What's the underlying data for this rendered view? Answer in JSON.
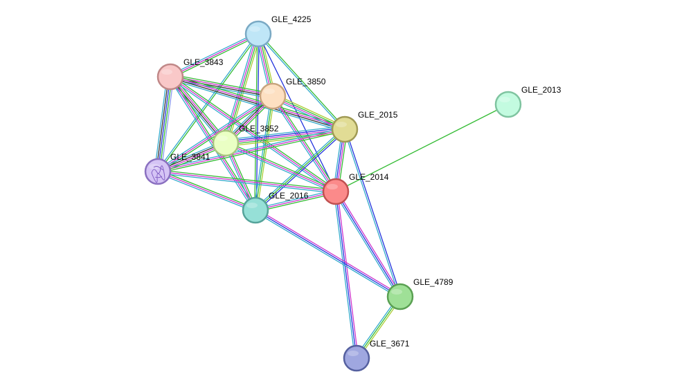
{
  "network": {
    "nodes": [
      {
        "id": "GLE_4225",
        "label": "GLE_4225",
        "fill": "#bfe6f7",
        "stroke": "#7aa9c4"
      },
      {
        "id": "GLE_3843",
        "label": "GLE_3843",
        "fill": "#f9c8c8",
        "stroke": "#c08888"
      },
      {
        "id": "GLE_3850",
        "label": "GLE_3850",
        "fill": "#fde0c2",
        "stroke": "#c8a47e"
      },
      {
        "id": "GLE_2013",
        "label": "GLE_2013",
        "fill": "#c3fbe0",
        "stroke": "#7fc4a0"
      },
      {
        "id": "GLE_2015",
        "label": "GLE_2015",
        "fill": "#e1dc95",
        "stroke": "#a09a55"
      },
      {
        "id": "GLE_3852",
        "label": "GLE_3852",
        "fill": "#eaffc4",
        "stroke": "#a8c47e"
      },
      {
        "id": "GLE_3841",
        "label": "GLE_3841",
        "fill": "#d5c4f5",
        "stroke": "#8a70c0",
        "icon": "protein-structure-icon"
      },
      {
        "id": "GLE_2014",
        "label": "GLE_2014",
        "fill": "#fb8a8a",
        "stroke": "#c05050"
      },
      {
        "id": "GLE_2016",
        "label": "GLE_2016",
        "fill": "#96e0d7",
        "stroke": "#55a39a"
      },
      {
        "id": "GLE_4789",
        "label": "GLE_4789",
        "fill": "#9fe097",
        "stroke": "#5aa052"
      },
      {
        "id": "GLE_3671",
        "label": "GLE_3671",
        "fill": "#9fa7e0",
        "stroke": "#55609f"
      }
    ],
    "edge_colors": {
      "green": "#33bb33",
      "blue": "#2233dd",
      "magenta": "#cc33cc",
      "cyan": "#33aacc",
      "olive": "#aacc33",
      "dark": "#333333",
      "light_blue": "#8899ee"
    },
    "edges": [
      {
        "source": "GLE_4225",
        "target": "GLE_3843",
        "colors": [
          "green",
          "magenta",
          "cyan"
        ]
      },
      {
        "source": "GLE_4225",
        "target": "GLE_3850",
        "colors": [
          "olive",
          "green",
          "magenta",
          "cyan"
        ]
      },
      {
        "source": "GLE_4225",
        "target": "GLE_3852",
        "colors": [
          "olive",
          "green",
          "magenta",
          "cyan"
        ]
      },
      {
        "source": "GLE_4225",
        "target": "GLE_3841",
        "colors": [
          "green",
          "cyan"
        ]
      },
      {
        "source": "GLE_4225",
        "target": "GLE_2016",
        "colors": [
          "blue",
          "green"
        ]
      },
      {
        "source": "GLE_4225",
        "target": "GLE_2014",
        "colors": [
          "blue"
        ]
      },
      {
        "source": "GLE_4225",
        "target": "GLE_2015",
        "colors": [
          "green",
          "cyan"
        ]
      },
      {
        "source": "GLE_3843",
        "target": "GLE_3850",
        "colors": [
          "green",
          "magenta",
          "dark",
          "cyan"
        ]
      },
      {
        "source": "GLE_3843",
        "target": "GLE_2015",
        "colors": [
          "green",
          "magenta",
          "dark",
          "cyan"
        ]
      },
      {
        "source": "GLE_3843",
        "target": "GLE_3852",
        "colors": [
          "green",
          "magenta",
          "dark",
          "cyan"
        ]
      },
      {
        "source": "GLE_3843",
        "target": "GLE_3841",
        "colors": [
          "light_blue",
          "green",
          "blue",
          "dark",
          "cyan"
        ]
      },
      {
        "source": "GLE_3843",
        "target": "GLE_2014",
        "colors": [
          "green",
          "magenta",
          "cyan"
        ]
      },
      {
        "source": "GLE_3843",
        "target": "GLE_2016",
        "colors": [
          "green",
          "magenta",
          "cyan"
        ]
      },
      {
        "source": "GLE_3850",
        "target": "GLE_2015",
        "colors": [
          "olive",
          "green",
          "magenta",
          "cyan"
        ]
      },
      {
        "source": "GLE_3850",
        "target": "GLE_3852",
        "colors": [
          "green",
          "magenta",
          "dark",
          "cyan"
        ]
      },
      {
        "source": "GLE_3850",
        "target": "GLE_3841",
        "colors": [
          "green",
          "magenta",
          "cyan"
        ]
      },
      {
        "source": "GLE_3850",
        "target": "GLE_2014",
        "colors": [
          "green",
          "magenta",
          "cyan"
        ]
      },
      {
        "source": "GLE_3850",
        "target": "GLE_2016",
        "colors": [
          "olive",
          "green",
          "cyan"
        ]
      },
      {
        "source": "GLE_2015",
        "target": "GLE_3852",
        "colors": [
          "olive",
          "green",
          "magenta",
          "blue",
          "cyan"
        ]
      },
      {
        "source": "GLE_2015",
        "target": "GLE_3841",
        "colors": [
          "green",
          "magenta",
          "cyan"
        ]
      },
      {
        "source": "GLE_2015",
        "target": "GLE_2014",
        "colors": [
          "green",
          "magenta",
          "blue",
          "cyan"
        ]
      },
      {
        "source": "GLE_2015",
        "target": "GLE_2016",
        "colors": [
          "blue",
          "green",
          "cyan"
        ]
      },
      {
        "source": "GLE_2015",
        "target": "GLE_4789",
        "colors": [
          "blue",
          "cyan"
        ]
      },
      {
        "source": "GLE_3852",
        "target": "GLE_3841",
        "colors": [
          "green",
          "magenta",
          "dark",
          "cyan"
        ]
      },
      {
        "source": "GLE_3852",
        "target": "GLE_2014",
        "colors": [
          "green",
          "magenta",
          "cyan"
        ]
      },
      {
        "source": "GLE_3852",
        "target": "GLE_2016",
        "colors": [
          "green",
          "magenta",
          "cyan"
        ]
      },
      {
        "source": "GLE_3841",
        "target": "GLE_2016",
        "colors": [
          "green",
          "magenta",
          "cyan"
        ]
      },
      {
        "source": "GLE_3841",
        "target": "GLE_2014",
        "colors": [
          "green",
          "magenta",
          "cyan"
        ]
      },
      {
        "source": "GLE_2014",
        "target": "GLE_2016",
        "colors": [
          "green",
          "magenta",
          "cyan"
        ]
      },
      {
        "source": "GLE_2014",
        "target": "GLE_4789",
        "colors": [
          "magenta",
          "blue",
          "cyan"
        ]
      },
      {
        "source": "GLE_2014",
        "target": "GLE_3671",
        "colors": [
          "magenta",
          "blue",
          "cyan"
        ]
      },
      {
        "source": "GLE_2014",
        "target": "GLE_2013",
        "colors": [
          "green"
        ]
      },
      {
        "source": "GLE_2016",
        "target": "GLE_4789",
        "colors": [
          "magenta",
          "blue",
          "cyan"
        ]
      },
      {
        "source": "GLE_4789",
        "target": "GLE_3671",
        "colors": [
          "olive",
          "green",
          "cyan"
        ]
      }
    ]
  }
}
